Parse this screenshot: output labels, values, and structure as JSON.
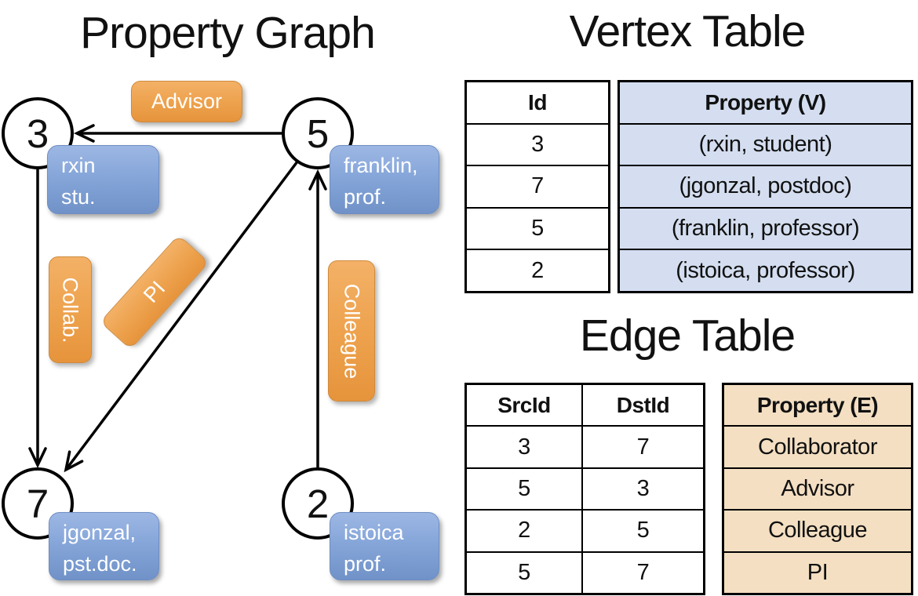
{
  "graph": {
    "title": "Property Graph",
    "nodes": [
      {
        "id": "3",
        "property_line1": "rxin",
        "property_line2": "stu."
      },
      {
        "id": "5",
        "property_line1": "franklin,",
        "property_line2": "prof."
      },
      {
        "id": "7",
        "property_line1": "jgonzal,",
        "property_line2": "pst.doc."
      },
      {
        "id": "2",
        "property_line1": "istoica",
        "property_line2": "prof."
      }
    ],
    "edges": [
      {
        "label": "Advisor",
        "from": "5",
        "to": "3"
      },
      {
        "label": "Collab.",
        "from": "3",
        "to": "7"
      },
      {
        "label": "PI",
        "from": "5",
        "to": "7"
      },
      {
        "label": "Colleague",
        "from": "2",
        "to": "5"
      }
    ]
  },
  "vertex_table": {
    "title": "Vertex Table",
    "headers": {
      "id": "Id",
      "property": "Property (V)"
    },
    "rows": [
      {
        "id": "3",
        "property": "(rxin, student)"
      },
      {
        "id": "7",
        "property": "(jgonzal, postdoc)"
      },
      {
        "id": "5",
        "property": "(franklin, professor)"
      },
      {
        "id": "2",
        "property": "(istoica, professor)"
      }
    ]
  },
  "edge_table": {
    "title": "Edge Table",
    "headers": {
      "src": "SrcId",
      "dst": "DstId",
      "property": "Property (E)"
    },
    "rows": [
      {
        "src": "3",
        "dst": "7",
        "property": "Collaborator"
      },
      {
        "src": "5",
        "dst": "3",
        "property": "Advisor"
      },
      {
        "src": "2",
        "dst": "5",
        "property": "Colleague"
      },
      {
        "src": "5",
        "dst": "7",
        "property": "PI"
      }
    ]
  },
  "colors": {
    "edge_label_orange": "#eda14c",
    "vertex_label_blue": "#86a6d9",
    "vertex_property_cell": "#d4def0",
    "edge_property_cell": "#f4dfc2",
    "table_border": "#000000"
  }
}
